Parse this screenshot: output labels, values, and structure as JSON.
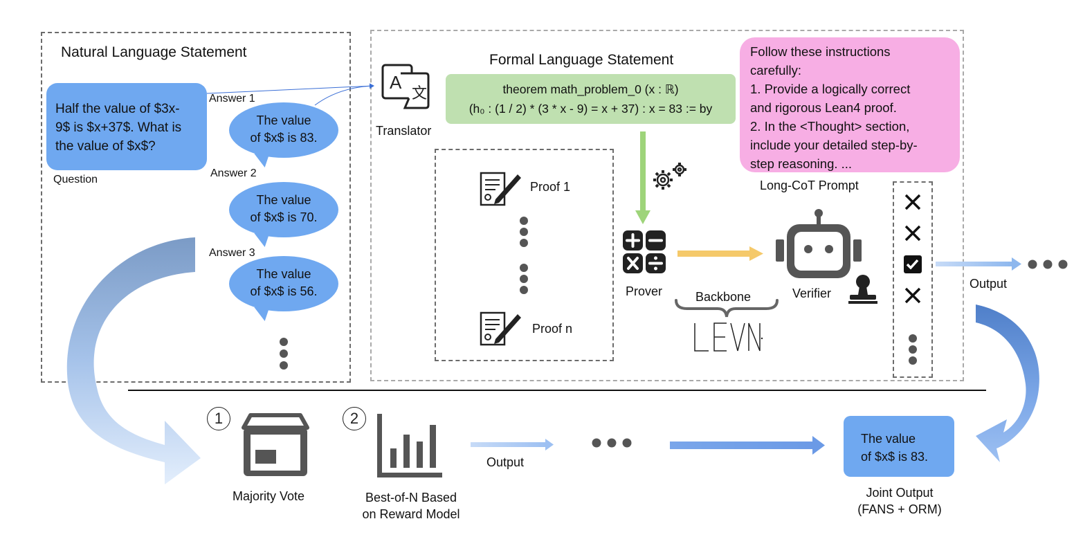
{
  "natural": {
    "title": "Natural Language Statement",
    "question_lines": [
      "Half the value of $3x-",
      "9$ is $x+37$. What is",
      "the value of $x$?"
    ],
    "question_label": "Question",
    "answers": [
      {
        "label": "Answer 1",
        "line1": "The value",
        "line2": "of $x$ is 83."
      },
      {
        "label": "Answer 2",
        "line1": "The value",
        "line2": "of $x$ is 70."
      },
      {
        "label": "Answer 3",
        "line1": "The value",
        "line2": "of $x$ is 56."
      }
    ]
  },
  "formal": {
    "title": "Formal Language Statement",
    "translator_label": "Translator",
    "theorem_line1": "theorem math_problem_0 (x : ℝ)",
    "theorem_line2": "(h₀ : (1 / 2) * (3 * x - 9) = x + 37) : x = 83 := by",
    "proof_first": "Proof 1",
    "proof_last": "Proof n",
    "prover_label": "Prover",
    "backbone_label": "Backbone",
    "verifier_label": "Verifier",
    "prompt_label": "Long-CoT Prompt",
    "prompt_lines": [
      "Follow these instructions",
      "carefully:",
      "1. Provide a logically correct",
      "and rigorous Lean4 proof.",
      "2. In the <Thought> section,",
      "include your detailed step-by-",
      "step reasoning. ..."
    ],
    "lean_logo_text": "LEAN",
    "output_label": "Output",
    "results": [
      "cross",
      "cross",
      "check",
      "cross"
    ]
  },
  "bottom": {
    "step1_number": "1",
    "step1_label": "Majority Vote",
    "step2_number": "2",
    "step2_label_line1": "Best-of-N Based",
    "step2_label_line2": "on Reward Model",
    "output_label": "Output",
    "joint_answer_line1": "The value",
    "joint_answer_line2": "of $x$ is 83.",
    "joint_label_line1": "Joint Output",
    "joint_label_line2": "(FANS + ORM)"
  },
  "colors": {
    "blue": "#6fa8f0",
    "green": "#bfe0b0",
    "pink": "#f7aee4",
    "arrow_green": "#9ed47a",
    "arrow_yellow": "#f5c96a",
    "icon_gray": "#555555"
  }
}
